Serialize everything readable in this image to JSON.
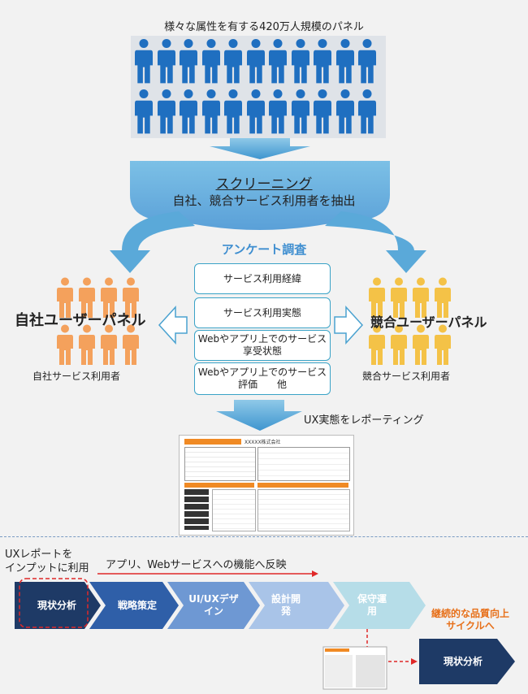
{
  "panel": {
    "caption": "様々な属性を有する420万人規模のパネル"
  },
  "screening": {
    "title": "スクリーニング",
    "subtitle": "自社、競合サービス利用者を抽出"
  },
  "survey": {
    "title": "アンケート調査",
    "items": [
      "サービス利用経緯",
      "サービス利用実態",
      "Webやアプリ上でのサービス享受状態",
      "Webやアプリ上でのサービス評価　　他"
    ]
  },
  "own_panel": {
    "label": "自社ユーザーパネル",
    "users": "自社サービス利用者"
  },
  "competitor_panel": {
    "label": "競合ユーザーパネル",
    "users": "競合サービス利用者"
  },
  "report": {
    "label": "UX実態をレポーティング",
    "doc_title": "XXXXX株式会社"
  },
  "cycle": {
    "input_label_line1": "UXレポートを",
    "input_label_line2": "インプットに利用",
    "apply_label": "アプリ、Webサービスへの機能へ反映",
    "stages": [
      "現状分析",
      "戦略策定",
      "UI/UXデザイン",
      "設計開発",
      "保守運用"
    ],
    "continuous_line1": "継続的な品質向上",
    "continuous_line2": "サイクルへ",
    "next_stage": "現状分析"
  },
  "colors": {
    "blue_person": "#1f6fc0",
    "orange_person": "#f4a15c",
    "yellow_person": "#f4c247",
    "arrow": "#5aa9d9",
    "navy": "#1e3a66",
    "orange_text": "#e7701a"
  }
}
